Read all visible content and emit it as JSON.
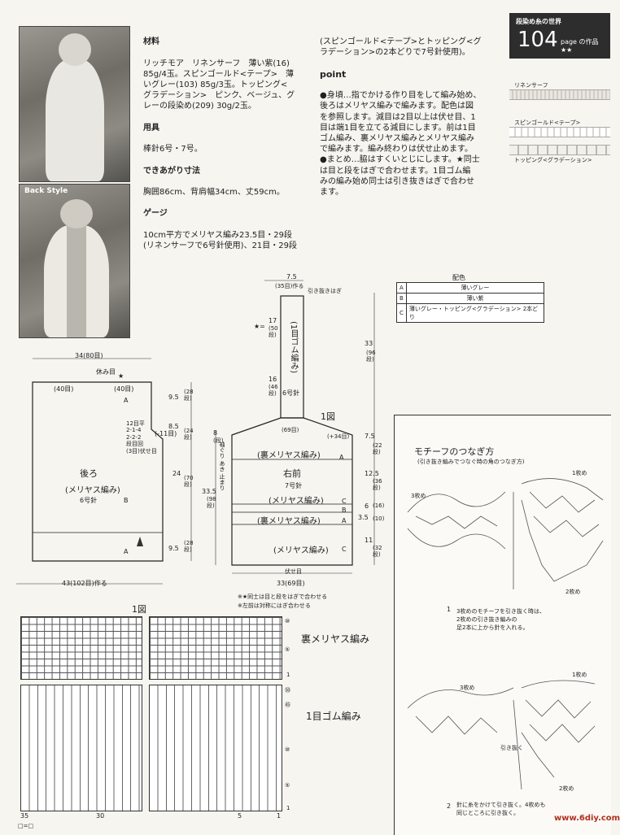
{
  "photos": {
    "back_label": "Back Style"
  },
  "header": {
    "series": "段染め糸の世界",
    "page_num": "104",
    "page_word": "page の作品 ★★"
  },
  "yarns": [
    "リネンサーフ",
    "スピンゴールド<テープ>",
    "トッピング<グラデーション>"
  ],
  "materials": {
    "title_mat": "材料",
    "mat_text": "リッチモア　リネンサーフ　薄い紫(16)\n85g/4玉。スピンゴールド<テープ>　薄\nいグレー(103) 85g/3玉。トッピング<\nグラデーション>　ピンク、ベージュ、グ\nレーの段染め(209) 30g/2玉。",
    "title_tools": "用具",
    "tools_text": "棒針6号・7号。",
    "title_size": "できあがり寸法",
    "size_text": "胸囲86cm、背肩幅34cm、丈59cm。",
    "title_gauge": "ゲージ",
    "gauge_text": "10cm平方でメリヤス編み23.5目・29段\n(リネンサーフで6号針使用)、21目・29段"
  },
  "right_col": {
    "cont_text": "(スピンゴールド<テープ>とトッピング<グ\nラデーション>の2本どりで7号針使用)。",
    "point_title": "point",
    "point_text": "●身頃…指でかける作り目をして編み始め、\n後ろはメリヤス編みで編みます。配色は図\nを参照します。減目は2目以上は伏せ目、1\n目は端1目を立てる減目にします。前は1目\nゴム編み、裏メリヤス編みとメリヤス編み\nで編みます。編み終わりは伏せ止めます。\n●まとめ…脇はすくいとじにします。★同士\nは目と段をはぎで合わせます。1目ゴム編\nみの編み始め同士は引き抜きはぎで合わせ\nます。"
  },
  "legend": {
    "title": "配色",
    "rows": [
      [
        "A",
        "薄いグレー"
      ],
      [
        "B",
        "薄い紫"
      ],
      [
        "C",
        "薄いグレー・トッピング<グラデーション> 2本どり"
      ]
    ]
  },
  "back": {
    "width_top": "34(80目)",
    "rest": "休み目",
    "star": "★",
    "top_l": "(40目)",
    "top_r": "(40目)",
    "a_top": "A",
    "name": "後ろ",
    "stitch": "(メリヤス編み)",
    "needle": "6号針",
    "b": "B",
    "a_bot": "A",
    "dec": "12目平\n2-1-4\n2-2-2\n段目回\n(3目)伏せ目",
    "side_dec": "(-11目)",
    "bottom": "43(102目)作る",
    "d1": "9.5",
    "d1b": "(28\n段)",
    "d2": "8.5",
    "d2b": "(24\n段)",
    "d3": "24",
    "d3b": "(70\n段)",
    "d4": "9.5",
    "d4b": "(28\n段)"
  },
  "strap": {
    "w": "7.5",
    "w2": "(35目)作る",
    "pull": "引き抜きはぎ",
    "star": "★=",
    "m1": "17",
    "m1b": "(50\n段)",
    "name": "(1目ゴム編み)",
    "m2": "16",
    "m2b": "(46\n段)",
    "needle": "6号針",
    "len": "33",
    "lenb": "(96\n段)"
  },
  "front": {
    "fig": "1図",
    "top": "(69目)",
    "plus": "(+34目)",
    "l1": "(裏メリヤス編み)",
    "a1": "A",
    "name": "右前",
    "needle": "7号針",
    "l2": "(メリヤス編み)",
    "c1": "C",
    "b1": "B",
    "l3": "(裏メリヤス編み)",
    "a2": "A",
    "l4": "(メリヤス編み)",
    "c2": "C",
    "bind": "伏せ目",
    "bottom": "33(69目)",
    "arm": "袖ぐり あき 止まり",
    "arm_n": "8",
    "arm_nb": "(段)",
    "total": "33.5",
    "totalb": "(98\n段)",
    "r1": "7.5",
    "r1b": "(22\n段)",
    "r2": "12.5",
    "r2b": "(36\n段)",
    "r3": "6",
    "r3b": "(16)",
    "r4": "3.5",
    "r4b": "(10)",
    "r5": "11",
    "r5b": "(32\n段)",
    "note1": "※★同士は目と段をはぎで合わせる",
    "note2": "※左前は対称にはぎ合わせる"
  },
  "chart": {
    "fig": "1図",
    "rev": "裏メリヤス編み",
    "rib": "1目ゴム編み",
    "x_labels": [
      "35",
      "30",
      "5",
      "1"
    ],
    "row_top": [
      "⑩",
      "⑤",
      "1"
    ],
    "row_bot": [
      "㊿",
      "㊺",
      "⑩",
      "⑤",
      "1"
    ],
    "corner": "□=□"
  },
  "motif": {
    "title": "モチーフのつなぎ方",
    "sub": "(引き抜き編みでつなぐ時の角のつなぎ方)",
    "n3": "3枚め",
    "n1": "1枚め",
    "n2": "2枚め",
    "step1_num": "1",
    "step1": "3枚めのモチーフを引き抜く時は、\n2枚めの引き抜き編みの\n足2本に上から針を入れる。",
    "n1b": "1枚め",
    "n3b": "3枚め",
    "n2b": "2枚め",
    "pull": "引き抜く",
    "step2_num": "2",
    "step2": "針に糸をかけて引き抜く。4枚めも\n同じところに引き抜く。",
    "site": "www.6diy.com"
  }
}
